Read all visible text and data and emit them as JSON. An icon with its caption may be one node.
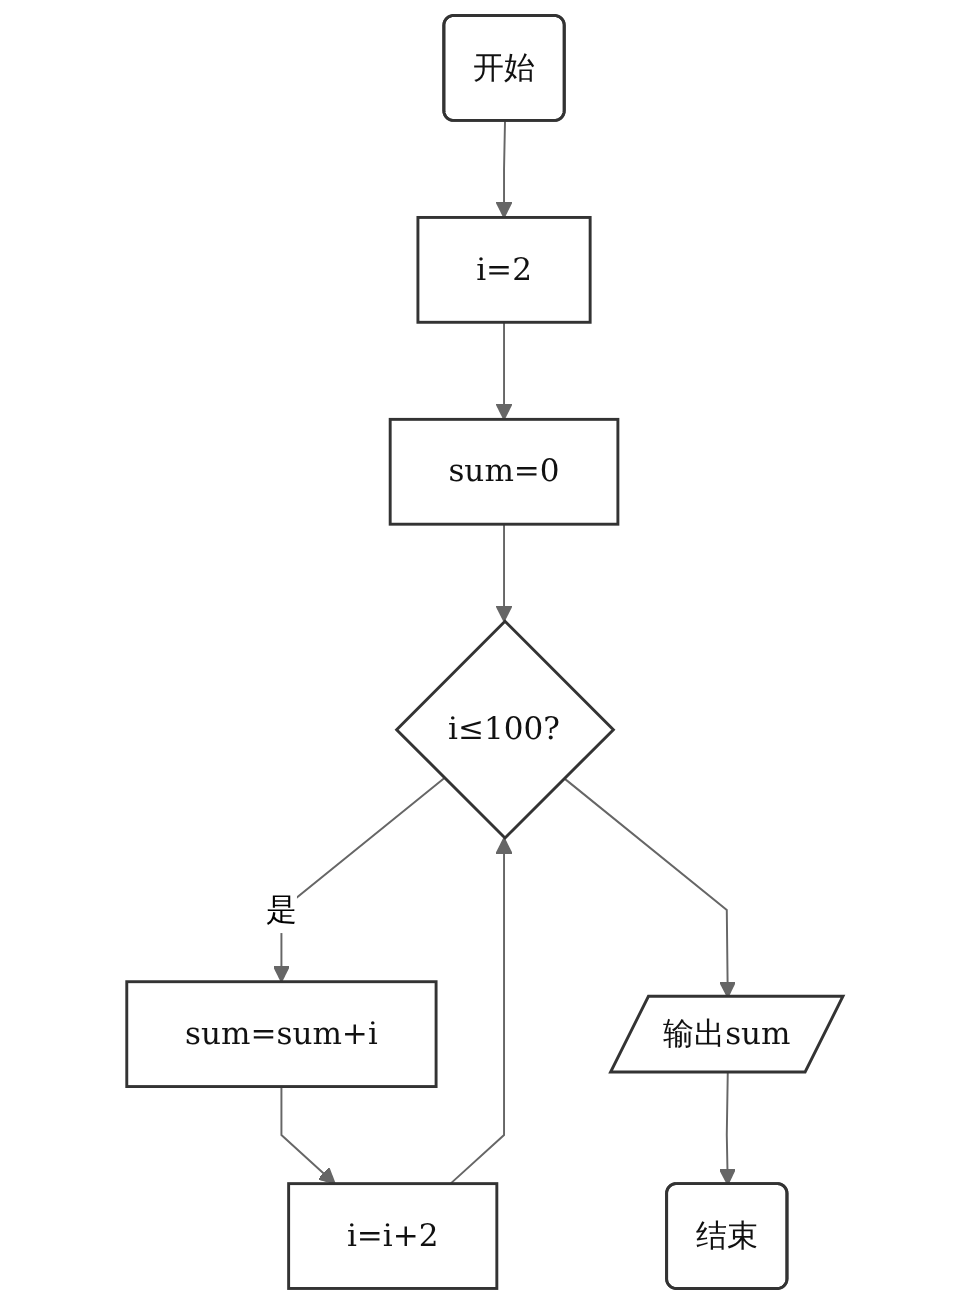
{
  "diagram": {
    "nodes": [
      {
        "text": [
          "开始"
        ]
      },
      {
        "text": [
          "i=2"
        ]
      },
      {
        "text": [
          "sum=0"
        ]
      },
      {
        "text": [
          "i≤100?"
        ]
      },
      {
        "text": [
          "sum=sum+i"
        ]
      },
      {
        "text": [
          "i=i+2"
        ]
      },
      {
        "text": [
          "输出sum"
        ]
      },
      {
        "text": [
          "结束"
        ]
      }
    ],
    "edges": [
      {
        "from": 0,
        "to": 1,
        "arrow": "to"
      },
      {
        "from": 1,
        "to": 2,
        "arrow": "to"
      },
      {
        "from": 2,
        "to": 3,
        "arrow": "to"
      },
      {
        "from": 3,
        "to": 4,
        "arrow": "to",
        "label": "是"
      },
      {
        "from": 4,
        "to": 5,
        "arrow": "to"
      },
      {
        "from": 5,
        "to": 3,
        "arrow": "to"
      },
      {
        "from": 3,
        "to": 6,
        "arrow": "to"
      },
      {
        "from": 6,
        "to": 7,
        "arrow": "to"
      }
    ]
  }
}
